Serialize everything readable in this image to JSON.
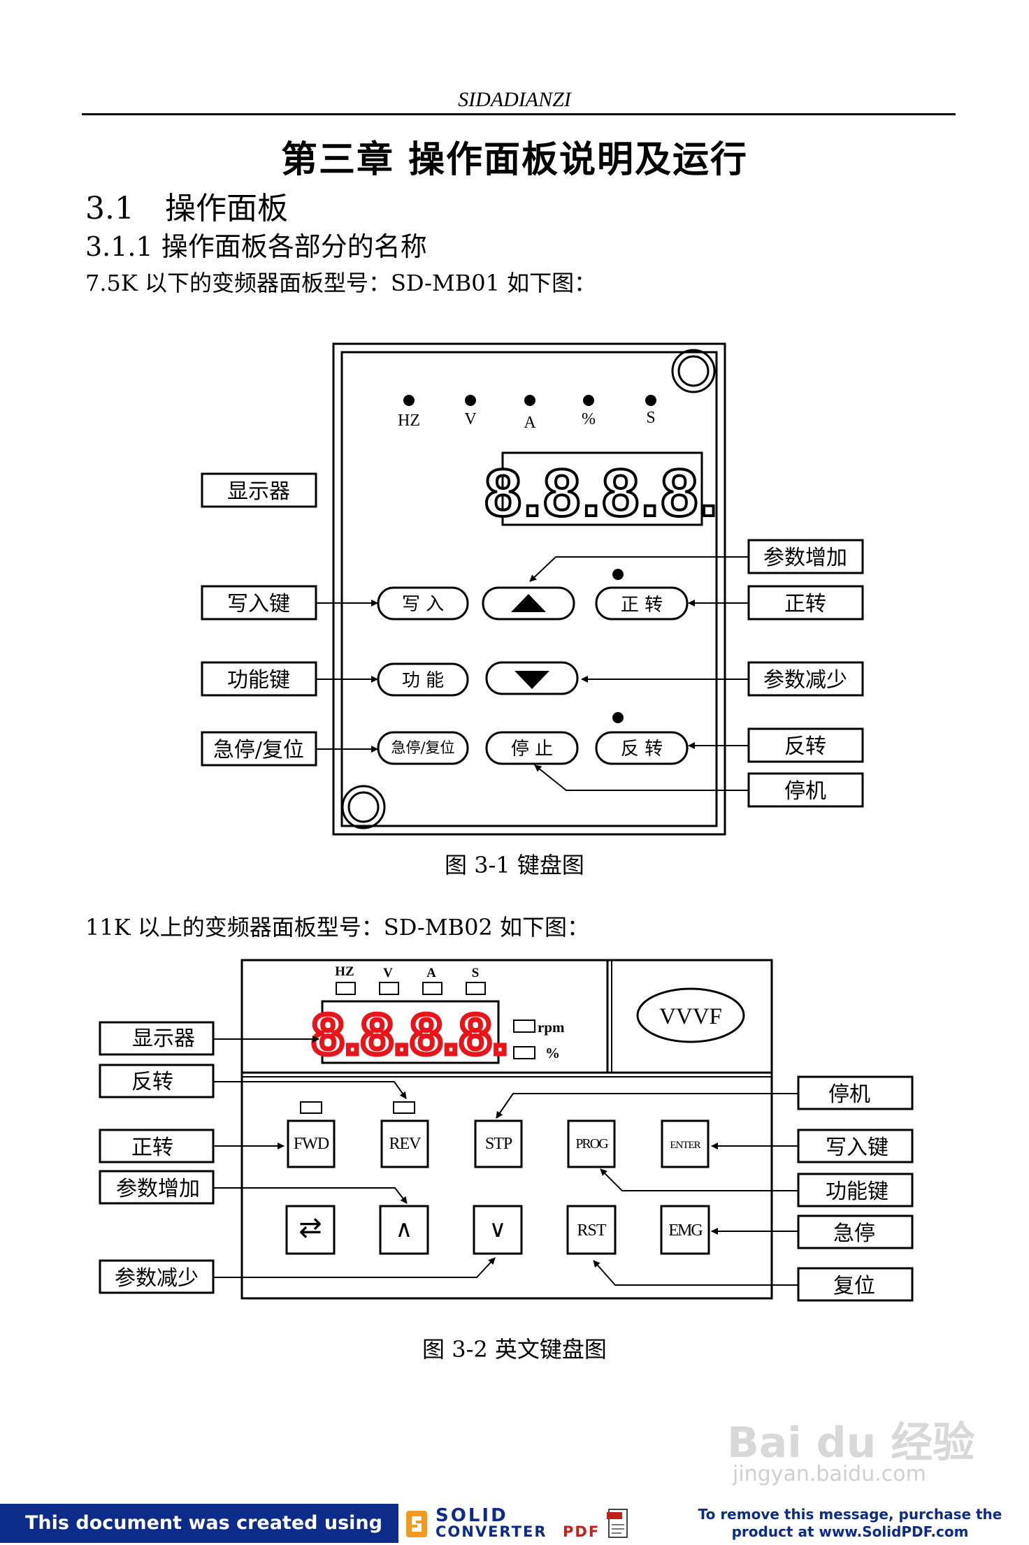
{
  "header": {
    "company": "SIDADIANZI"
  },
  "chapter_title": "第三章 操作面板说明及运行",
  "section_title": "3.1　操作面板",
  "subsection_title": "3.1.1 操作面板各部分的名称",
  "intro_mb01": "7.5K 以下的变频器面板型号：SD-MB01 如下图：",
  "intro_mb02": "11K 以上的变频器面板型号：SD-MB02 如下图：",
  "figure1": {
    "caption": "图 3-1 键盘图",
    "indicators": [
      "HZ",
      "V",
      "A",
      "%",
      "S"
    ],
    "display": "8.8.8.8.",
    "buttons": {
      "write": "写 入",
      "up": "▲",
      "forward": "正 转",
      "function": "功 能",
      "down": "▼",
      "emergency_reset": "急停/复位",
      "stop": "停 止",
      "reverse": "反 转"
    },
    "labels_left": [
      "显示器",
      "写入键",
      "功能键",
      "急停/复位"
    ],
    "labels_right": [
      "参数增加",
      "正转",
      "参数减少",
      "反转",
      "停机"
    ]
  },
  "figure2": {
    "caption": "图 3-2 英文键盘图",
    "indicators": [
      "HZ",
      "V",
      "A",
      "S"
    ],
    "display": "8.8.8.8.",
    "unit_rpm": "rpm",
    "unit_pct": "%",
    "brand": "VVVF",
    "buttons_row1": [
      "FWD",
      "REV",
      "STP",
      "PROG",
      "ENTER"
    ],
    "buttons_row2": [
      "⇄",
      "∧",
      "∨",
      "RST",
      "EMG"
    ],
    "labels_left": [
      "显示器",
      "反转",
      "正转",
      "参数增加",
      "参数减少"
    ],
    "labels_right": [
      "停机",
      "写入键",
      "功能键",
      "急停",
      "复位"
    ],
    "display_color": "#e8141a"
  },
  "footer": {
    "left_text": "This document was created using",
    "logo_line1": "SOLID",
    "logo_line2": "CONVERTER",
    "logo_line3": "PDF",
    "right_line1": "To remove this message, purchase the",
    "right_line2": "product at www.SolidPDF.com"
  },
  "watermark": {
    "brand": "Bai du 经验",
    "url": "jingyan.baidu.com"
  },
  "colors": {
    "footer_blue": "#0d2c8a",
    "logo_red": "#c0221b"
  }
}
